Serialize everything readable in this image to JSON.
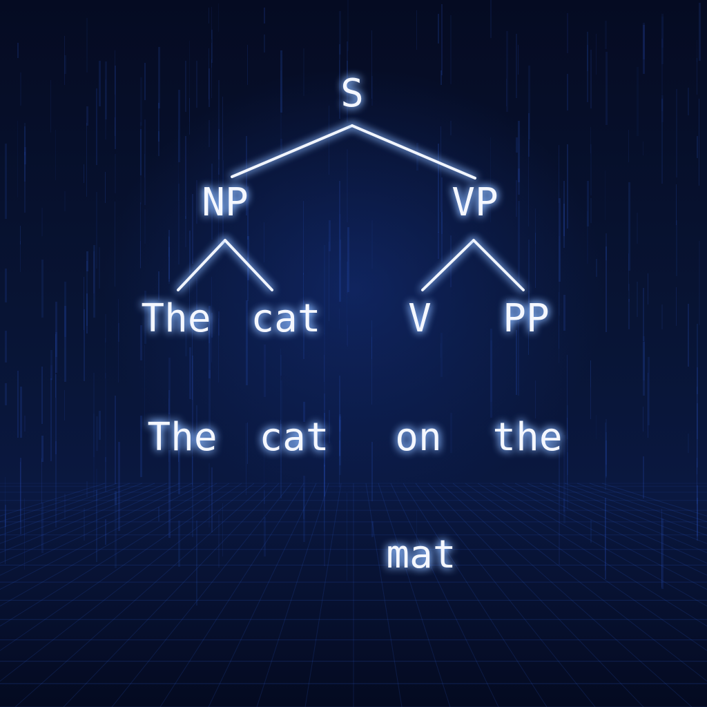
{
  "diagram": {
    "root": {
      "label": "S"
    },
    "phrases": [
      {
        "id": "np",
        "label": "NP"
      },
      {
        "id": "vp",
        "label": "VP"
      }
    ],
    "children": [
      {
        "id": "the1",
        "label": "The"
      },
      {
        "id": "cat1",
        "label": "cat"
      },
      {
        "id": "v",
        "label": "V"
      },
      {
        "id": "pp",
        "label": "PP"
      }
    ],
    "leaves": [
      {
        "id": "the2",
        "label": "The"
      },
      {
        "id": "cat2",
        "label": "cat"
      },
      {
        "id": "on",
        "label": "on"
      },
      {
        "id": "the3",
        "label": "the"
      }
    ],
    "bottom": {
      "id": "mat",
      "label": "mat"
    }
  },
  "colors": {
    "background": "#050b22",
    "glow": "#3f7bff",
    "text": "#f4f7ff"
  }
}
